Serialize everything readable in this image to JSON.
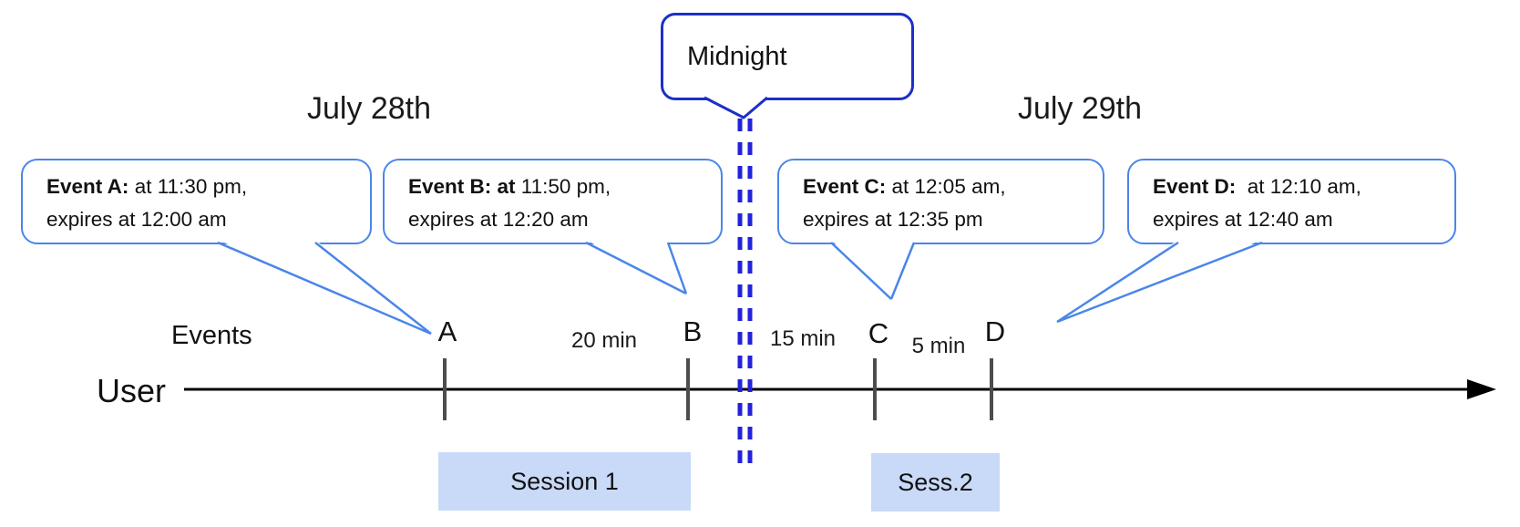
{
  "dates": {
    "left": "July 28th",
    "right": "July 29th"
  },
  "midnight": {
    "label": "Midnight"
  },
  "events": [
    {
      "tick_label": "A",
      "bold": "Event A:",
      "rest": " at 11:30 pm,",
      "line2": "expires at 12:00 am"
    },
    {
      "tick_label": "B",
      "bold": "Event B: at",
      "rest": " 11:50 pm,",
      "line2": "expires at 12:20 am"
    },
    {
      "tick_label": "C",
      "bold": "Event C:",
      "rest": " at 12:05 am,",
      "line2": "expires at 12:35 pm"
    },
    {
      "tick_label": "D",
      "bold": "Event D:",
      "rest": "  at 12:10 am,",
      "line2": "expires at 12:40 am"
    }
  ],
  "intervals": [
    {
      "label": "20 min"
    },
    {
      "label": "15 min"
    },
    {
      "label": "5 min"
    }
  ],
  "timeline": {
    "events_label": "Events",
    "user_label": "User"
  },
  "sessions": [
    {
      "label": "Session 1"
    },
    {
      "label": "Sess.2"
    }
  ],
  "colors": {
    "callout_border": "#4a86e8",
    "midnight_border": "#1c2fc8",
    "dash_blue": "#2222dd",
    "tick_gray": "#4d4d4d",
    "session_fill": "#c9daf8",
    "timeline_black": "#000000"
  }
}
